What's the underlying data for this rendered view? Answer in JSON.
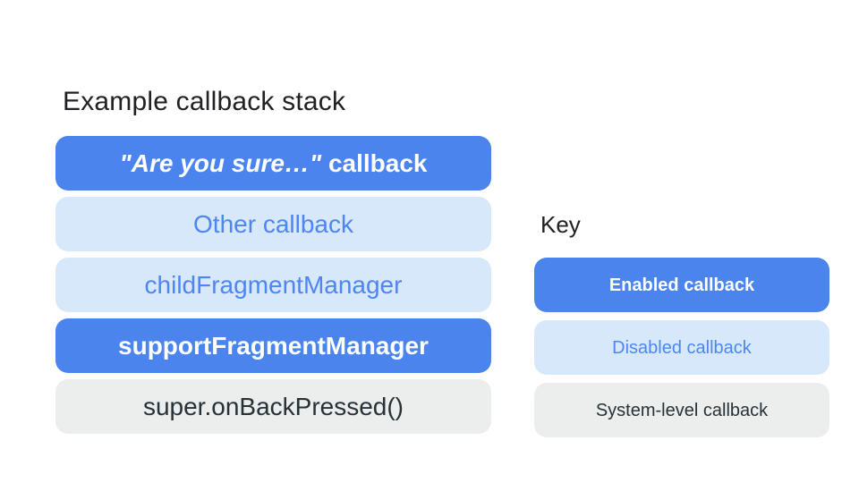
{
  "page": {
    "background": "#ffffff"
  },
  "colors": {
    "enabled_callback_bg": "#4A84EC",
    "enabled_callback_text": "#FFFFFF",
    "disabled_callback_bg": "#D6E8FA",
    "disabled_callback_text": "#4D86F2",
    "system_callback_bg": "#ECEDED",
    "system_callback_text": "#263238",
    "title_text": "#202124"
  },
  "diagram": {
    "title": "Example callback stack",
    "stack": [
      {
        "quote": "\"Are you sure…\"",
        "rest": " callback",
        "type": "enabled"
      },
      {
        "label": "Other callback",
        "type": "disabled"
      },
      {
        "label": "childFragmentManager",
        "type": "disabled"
      },
      {
        "label": "supportFragmentManager",
        "type": "enabled"
      },
      {
        "label": "super.onBackPressed()",
        "type": "system"
      }
    ]
  },
  "key": {
    "title": "Key",
    "items": [
      {
        "label": "Enabled callback",
        "type": "enabled"
      },
      {
        "label": "Disabled callback",
        "type": "disabled"
      },
      {
        "label": "System-level callback",
        "type": "system"
      }
    ]
  }
}
